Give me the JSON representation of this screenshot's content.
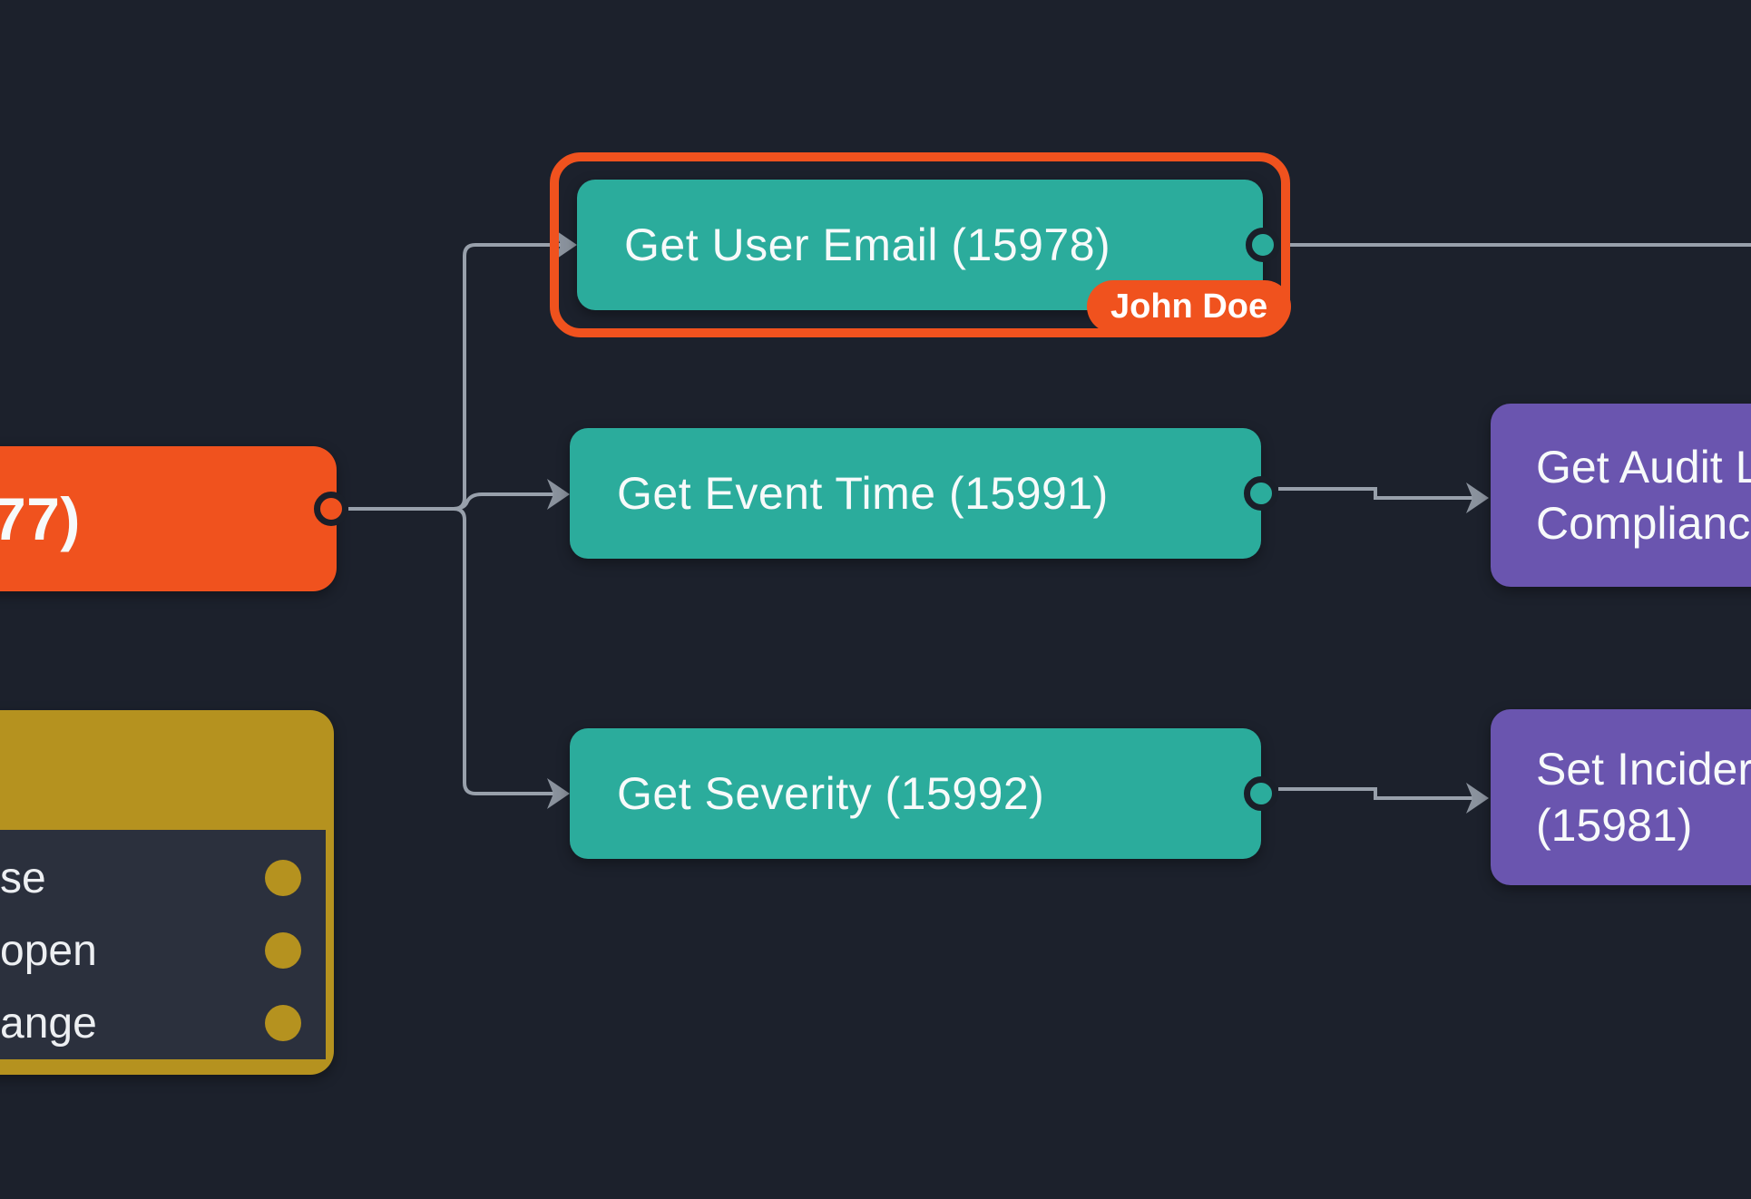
{
  "app": {
    "view": "workflow-canvas"
  },
  "colors": {
    "bg": "#1c212c",
    "teal": "#2bac9c",
    "orange": "#f0521e",
    "purple": "#6a55af",
    "yellow": "#b5921f",
    "panel": "#2b303d",
    "line": "#98a0ab",
    "arrow": "#8a929d",
    "ink": "#f7fafa",
    "ring": "#1a1f29"
  },
  "nodes": {
    "trigger": {
      "label_fragment": "77)",
      "color": "#f0521e"
    },
    "get_user_email": {
      "label": "Get User Email (15978)",
      "id_shown": "15978",
      "color": "#2bac9c",
      "selected": true,
      "selection_color": "#f0521e",
      "assignee": "John Doe"
    },
    "get_event_time": {
      "label": "Get Event Time (15991)",
      "id_shown": "15991",
      "color": "#2bac9c"
    },
    "get_severity": {
      "label": "Get Severity (15992)",
      "id_shown": "15992",
      "color": "#2bac9c"
    },
    "get_audit_log": {
      "line1": "Get Audit L",
      "line2": "Complianc",
      "color": "#6a55af",
      "clipped_right": true
    },
    "set_incident": {
      "line1": "Set Incider",
      "line2": "(15981)",
      "id_shown": "15981",
      "color": "#6a55af",
      "clipped_right": true
    },
    "condition": {
      "color": "#b5921f",
      "clipped_left": true,
      "branches": [
        {
          "label": "se"
        },
        {
          "label": "open"
        },
        {
          "label": "ange"
        }
      ]
    }
  }
}
